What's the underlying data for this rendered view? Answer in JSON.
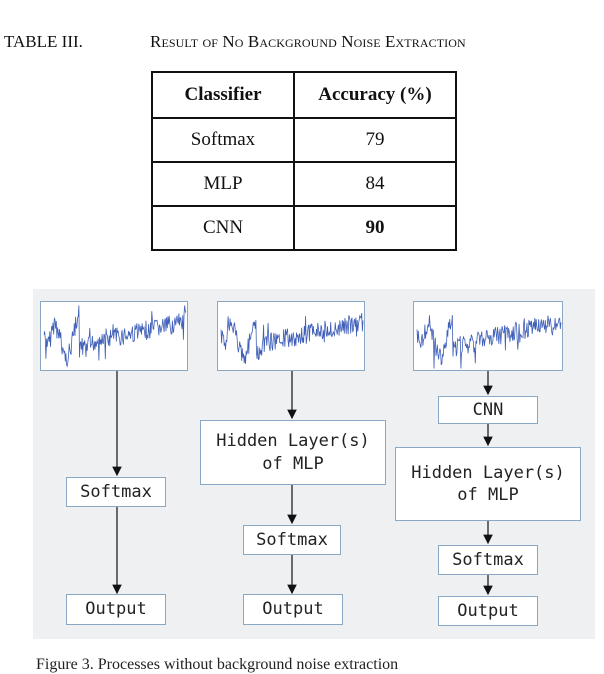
{
  "table_caption": {
    "number": "TABLE III.",
    "title": "Result of No Background Noise Extraction"
  },
  "table": {
    "headers": [
      "Classifier",
      "Accuracy (%)"
    ],
    "rows": [
      {
        "classifier": "Softmax",
        "accuracy": "79"
      },
      {
        "classifier": "MLP",
        "accuracy": "84"
      },
      {
        "classifier": "CNN",
        "accuracy": "90"
      }
    ]
  },
  "figure": {
    "pipeline_softmax": {
      "softmax": "Softmax",
      "output": "Output"
    },
    "pipeline_mlp": {
      "hidden_line1": "Hidden Layer(s)",
      "hidden_line2": "of MLP",
      "softmax": "Softmax",
      "output": "Output"
    },
    "pipeline_cnn": {
      "cnn": "CNN",
      "hidden_line1": "Hidden Layer(s)",
      "hidden_line2": "of MLP",
      "softmax": "Softmax",
      "output": "Output"
    }
  },
  "figure_caption_fragment": "Figure 3.   Processes without background noise extraction"
}
